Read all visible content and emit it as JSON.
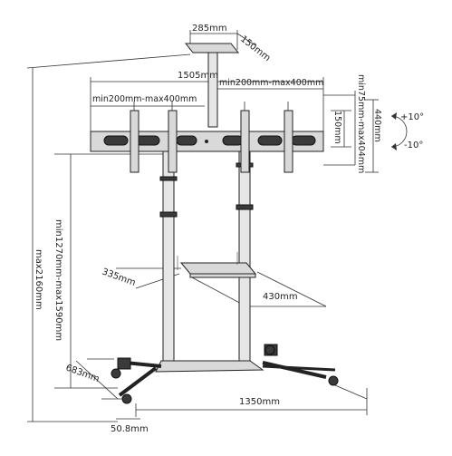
{
  "dimensions": {
    "top_plate_width": "285mm",
    "top_plate_depth": "150mm",
    "total_width": "1505mm",
    "vesa_left": "min200mm-max400mm",
    "vesa_right": "min200mm-max400mm",
    "vesa_height_range": "min75mm-max404mm",
    "bracket_height": "150mm",
    "bracket_span": "440mm",
    "tilt_up": "+10°",
    "tilt_down": "-10°",
    "height_range": "min1270mm-max1590mm",
    "max_height": "max2160mm",
    "shelf_depth": "335mm",
    "shelf_width": "430mm",
    "base_depth": "683mm",
    "base_width": "1350mm",
    "caster": "50.8mm"
  }
}
